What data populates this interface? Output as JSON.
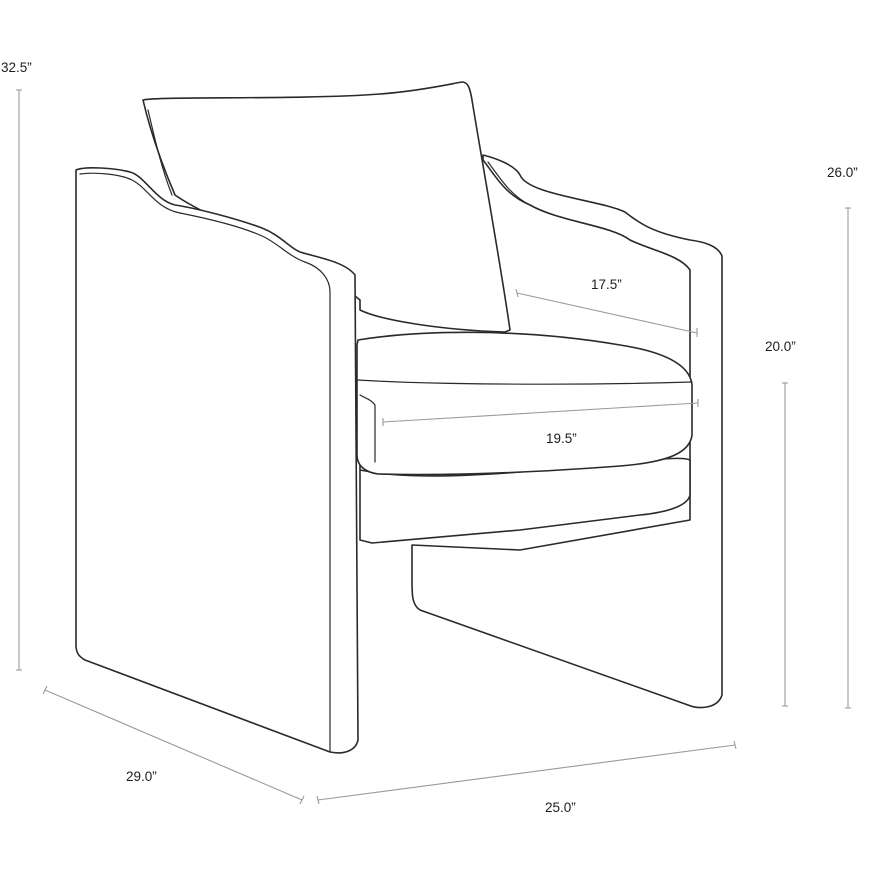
{
  "dimensions": {
    "overall_height": "32.5”",
    "arm_height": "26.0”",
    "seat_height": "20.0”",
    "seat_depth": "17.5”",
    "seat_width": "19.5”",
    "overall_depth": "29.0”",
    "overall_width": "25.0”"
  },
  "colors": {
    "outline": "#2a2a2a",
    "dimension_line": "#9a9a9a",
    "text": "#1e1e1e",
    "background": "#ffffff"
  }
}
